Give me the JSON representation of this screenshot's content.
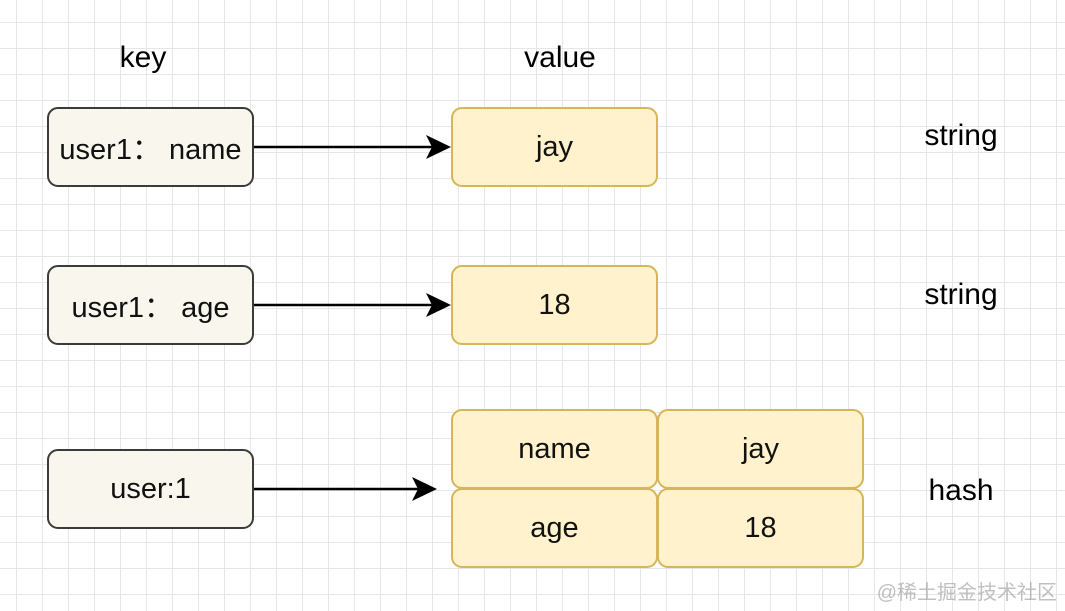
{
  "headers": {
    "key": "key",
    "value": "value"
  },
  "rows": [
    {
      "key": "user1： name",
      "value": "jay",
      "type": "string"
    },
    {
      "key": "user1： age",
      "value": "18",
      "type": "string"
    },
    {
      "key": "user:1",
      "type": "hash",
      "fields": [
        {
          "field": "name",
          "value": "jay"
        },
        {
          "field": "age",
          "value": "18"
        }
      ]
    }
  ],
  "watermark": "@稀土掘金技术社区",
  "colors": {
    "key_fill": "#f9f7ed",
    "key_stroke": "#3b3b3b",
    "value_fill": "#fff2cc",
    "value_stroke": "#d6b656",
    "grid": "#e6e6e6"
  }
}
